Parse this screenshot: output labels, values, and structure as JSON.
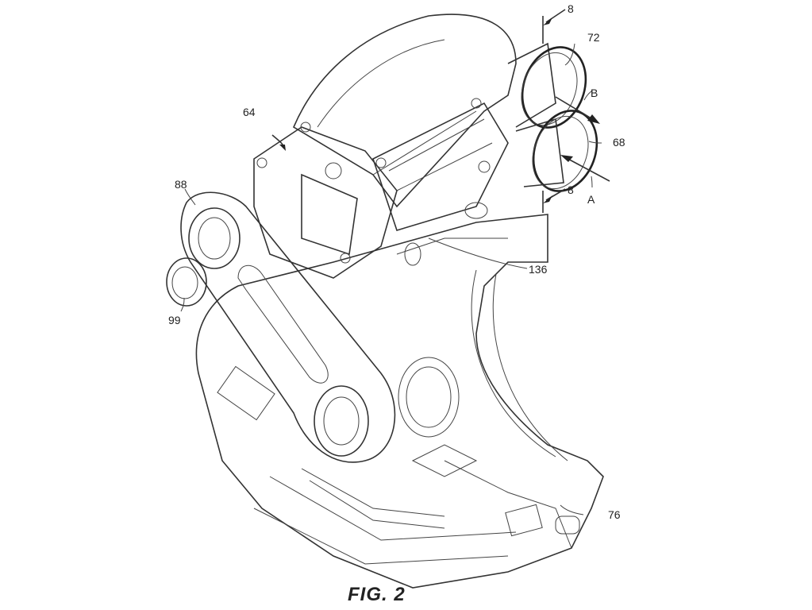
{
  "figure": {
    "caption": "FIG. 2",
    "labels": {
      "section_top": "8",
      "section_bottom": "8",
      "outlet_tube": "72",
      "inlet_tube": "68",
      "flow_b": "B",
      "flow_a": "A",
      "assembly": "64",
      "arm": "88",
      "boss": "99",
      "fitting": "136",
      "housing": "76"
    }
  }
}
